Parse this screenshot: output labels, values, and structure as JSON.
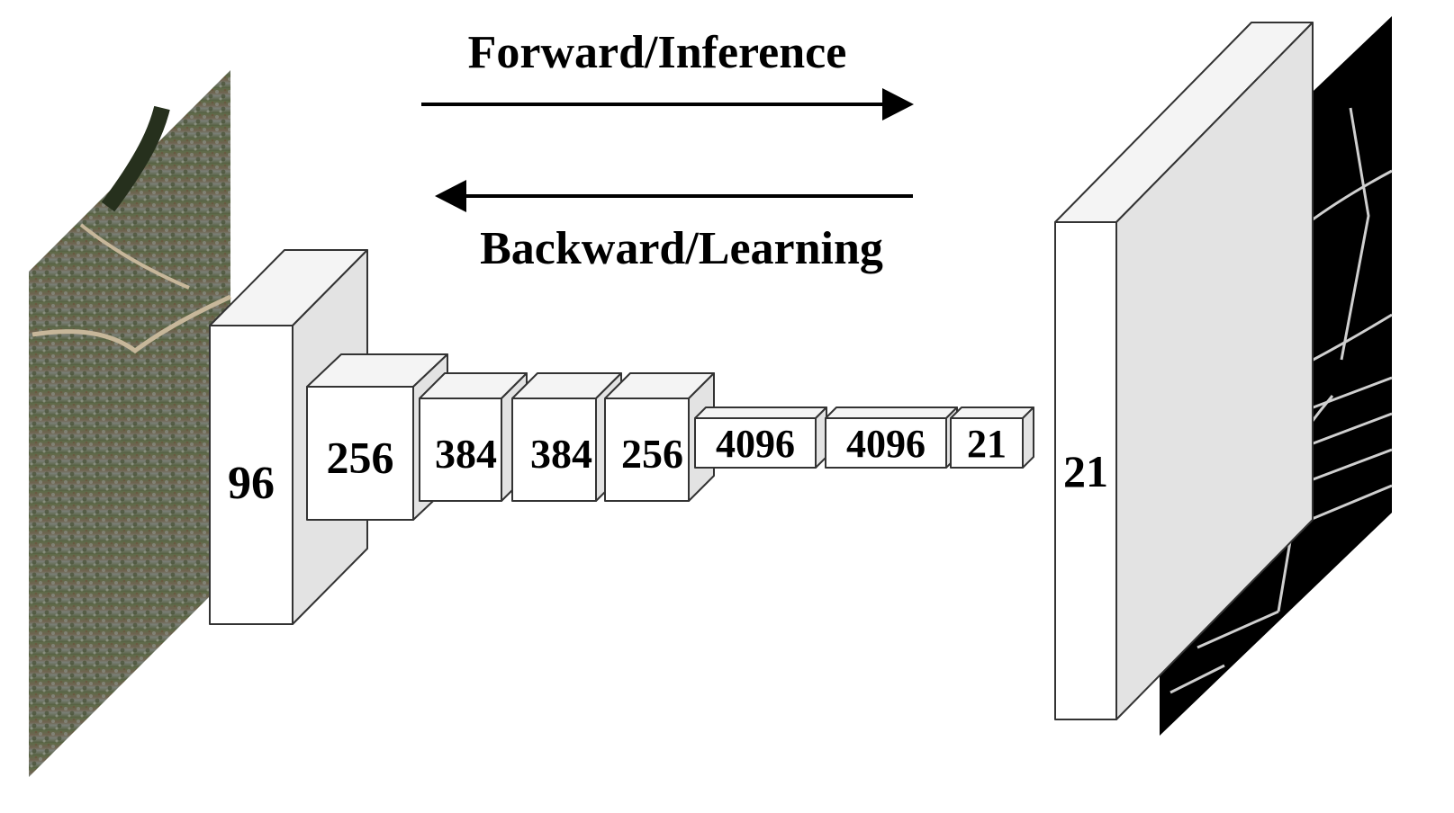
{
  "arrows": {
    "forward_label": "Forward/Inference",
    "backward_label": "Backward/Learning"
  },
  "layers": [
    {
      "label": "96"
    },
    {
      "label": "256"
    },
    {
      "label": "384"
    },
    {
      "label": "384"
    },
    {
      "label": "256"
    },
    {
      "label": "4096"
    },
    {
      "label": "4096"
    },
    {
      "label": "21"
    },
    {
      "label": "21"
    }
  ],
  "images": {
    "input": "aerial-satellite-image",
    "output": "road-segmentation-mask"
  },
  "colors": {
    "box_front": "#ffffff",
    "box_side": "#e3e3e3",
    "box_top": "#f4f4f4",
    "stroke": "#333333",
    "mask_bg": "#000000",
    "road": "#cfcfcf"
  }
}
